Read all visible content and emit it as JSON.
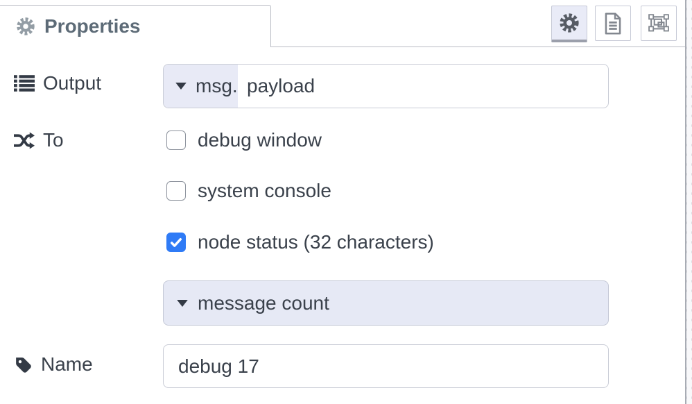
{
  "panel": {
    "tab_title": "Properties",
    "tab_icon": "gear-icon"
  },
  "toolbar": {
    "buttons": [
      {
        "name": "properties",
        "icon": "gear-icon",
        "active": true
      },
      {
        "name": "description",
        "icon": "file-text-icon",
        "active": false
      },
      {
        "name": "appearance",
        "icon": "appearance-icon",
        "active": false
      }
    ]
  },
  "form": {
    "output": {
      "label": "Output",
      "label_icon": "list-icon",
      "typed_input": {
        "caret_icon": "caret-down-icon",
        "prefix": "msg.",
        "value": "payload"
      }
    },
    "to": {
      "label": "To",
      "label_icon": "shuffle-icon",
      "options": [
        {
          "label": "debug window",
          "checked": false
        },
        {
          "label": "system console",
          "checked": false
        },
        {
          "label": "node status (32 characters)",
          "checked": true
        }
      ],
      "status_select": {
        "caret_icon": "caret-down-icon",
        "value": "message count"
      }
    },
    "name": {
      "label": "Name",
      "label_icon": "tag-icon",
      "value": "debug 17"
    }
  },
  "colors": {
    "checkbox_accent": "#2f7bf6",
    "lavender_field": "#e8eaf6",
    "active_button_bg": "#e9ebf7",
    "field_border": "#c9ccd6",
    "tab_border": "#b9bcc4",
    "text": "#3a414b",
    "tab_text": "#5d6b77"
  }
}
